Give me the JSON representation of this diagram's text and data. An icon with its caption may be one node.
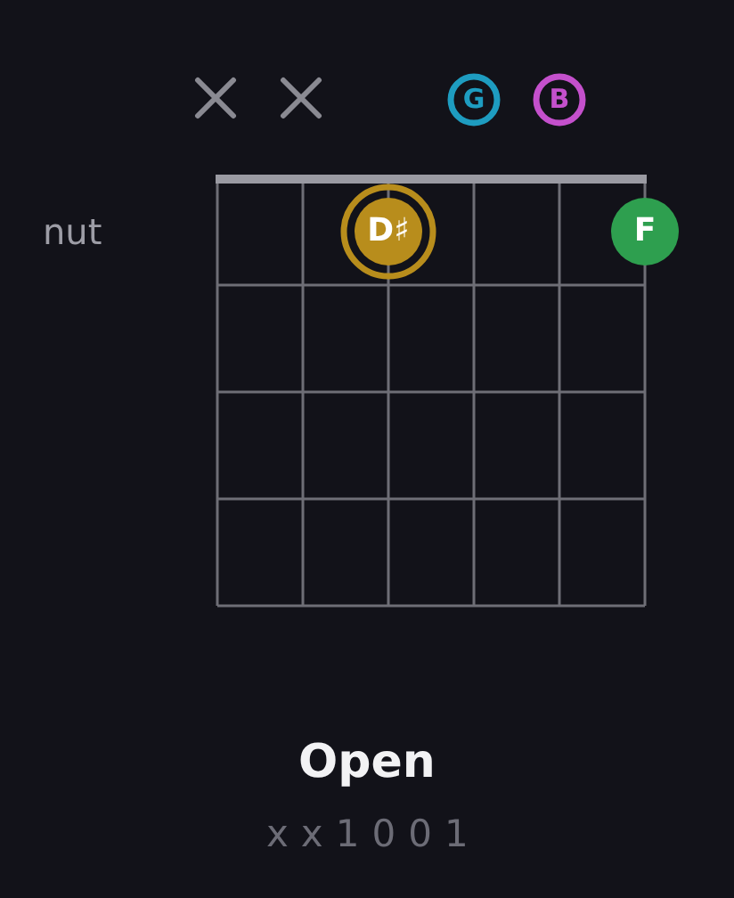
{
  "diagram": {
    "title": "Open",
    "nodes": [
      {
        "text": [
          "G"
        ]
      },
      {
        "text": [
          "B"
        ]
      },
      {
        "text": [
          "D♯"
        ]
      },
      {
        "text": [
          "F"
        ]
      }
    ],
    "labels": [
      "nut",
      "xx1001"
    ]
  }
}
